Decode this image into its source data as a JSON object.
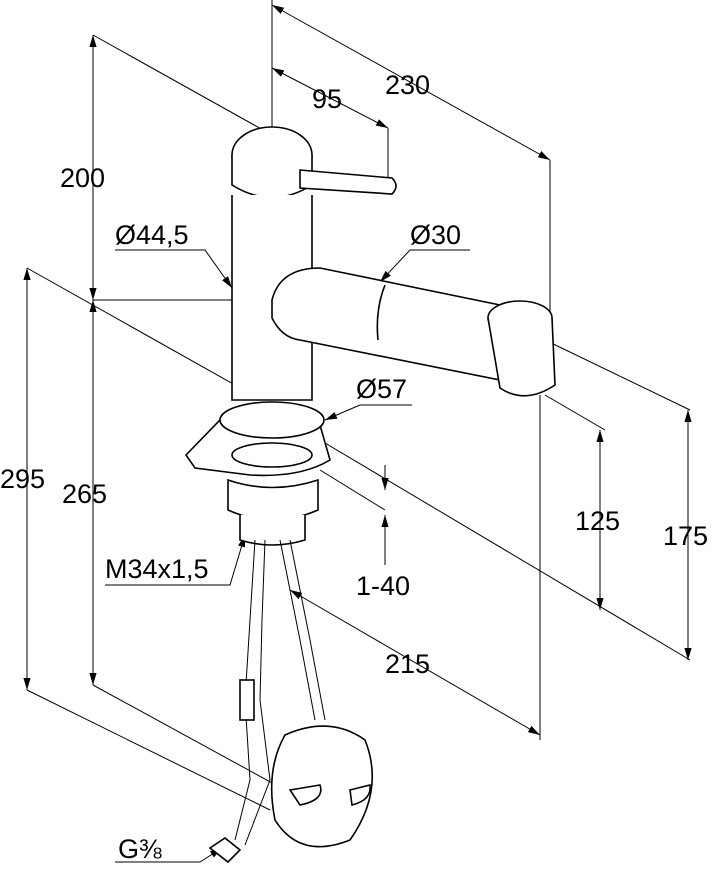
{
  "drawing": {
    "dimensions": {
      "total_reach": "230",
      "handle_length": "95",
      "body_height": "200",
      "body_diameter": "Ø44,5",
      "spout_diameter": "Ø30",
      "base_diameter": "Ø57",
      "total_height": "295",
      "height_above_counter": "265",
      "spout_clearance": "125",
      "spout_height": "175",
      "thread": "M34x1,5",
      "counter_thickness": "1-40",
      "spout_reach": "215",
      "connection": "G⅜"
    },
    "colors": {
      "line": "#000000",
      "background": "#ffffff"
    }
  }
}
